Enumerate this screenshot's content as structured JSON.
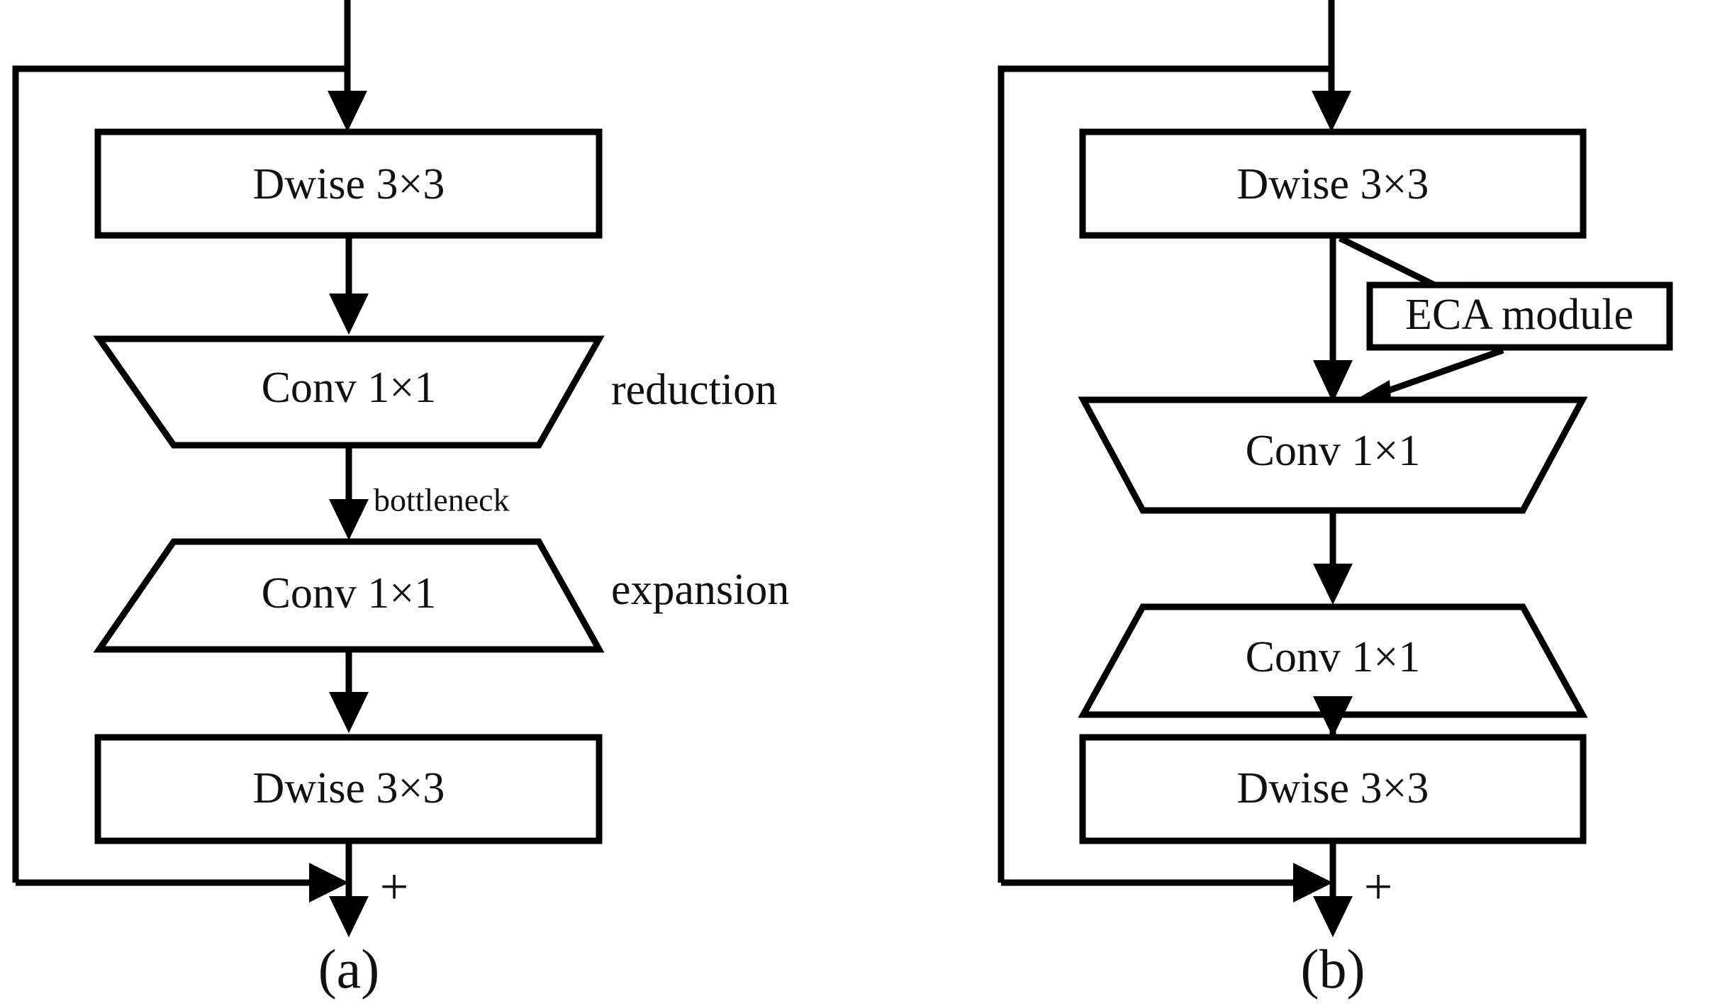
{
  "figure": {
    "background_color": "#ffffff",
    "stroke_color": "#000000",
    "text_color": "#111111"
  },
  "panels": [
    {
      "id": "a",
      "caption": "(a)",
      "nodes": [
        {
          "id": "a-dwise-top",
          "label": "Dwise 3×3",
          "shape": "rect"
        },
        {
          "id": "a-conv-reduce",
          "label": "Conv 1×1",
          "shape": "trapezoid-down"
        },
        {
          "id": "a-conv-expand",
          "label": "Conv 1×1",
          "shape": "trapezoid-up"
        },
        {
          "id": "a-dwise-bot",
          "label": "Dwise 3×3",
          "shape": "rect"
        }
      ],
      "annotations": [
        {
          "id": "a-reduction",
          "label": "reduction"
        },
        {
          "id": "a-bottleneck",
          "label": "bottleneck"
        },
        {
          "id": "a-expansion",
          "label": "expansion"
        },
        {
          "id": "a-residual-add",
          "label": "+"
        }
      ]
    },
    {
      "id": "b",
      "caption": "(b)",
      "nodes": [
        {
          "id": "b-dwise-top",
          "label": "Dwise 3×3",
          "shape": "rect"
        },
        {
          "id": "b-eca",
          "label": "ECA module",
          "shape": "rect"
        },
        {
          "id": "b-conv-reduce",
          "label": "Conv 1×1",
          "shape": "trapezoid-down"
        },
        {
          "id": "b-conv-expand",
          "label": "Conv 1×1",
          "shape": "trapezoid-up"
        },
        {
          "id": "b-dwise-bot",
          "label": "Dwise 3×3",
          "shape": "rect"
        }
      ],
      "annotations": [
        {
          "id": "b-residual-add",
          "label": "+"
        }
      ]
    }
  ]
}
